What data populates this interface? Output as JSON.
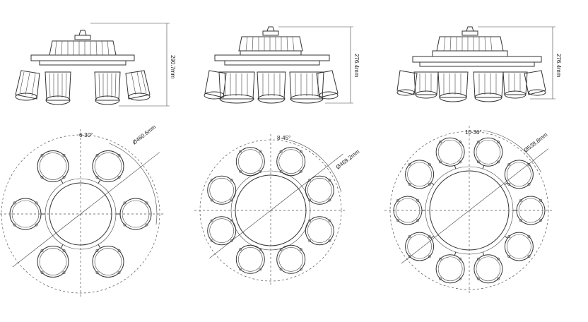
{
  "side_views": [
    {
      "height_label": "290.7mm"
    },
    {
      "height_label": "276.4mm"
    },
    {
      "height_label": "276.4mm"
    }
  ],
  "top_views": [
    {
      "angle_label": "6-30°",
      "diameter_label": "Ø460.6mm",
      "module_count": 6
    },
    {
      "angle_label": "8-45°",
      "diameter_label": "Ø469.2mm",
      "module_count": 8
    },
    {
      "angle_label": "10-36°",
      "diameter_label": "Ø538.8mm",
      "module_count": 10
    }
  ]
}
